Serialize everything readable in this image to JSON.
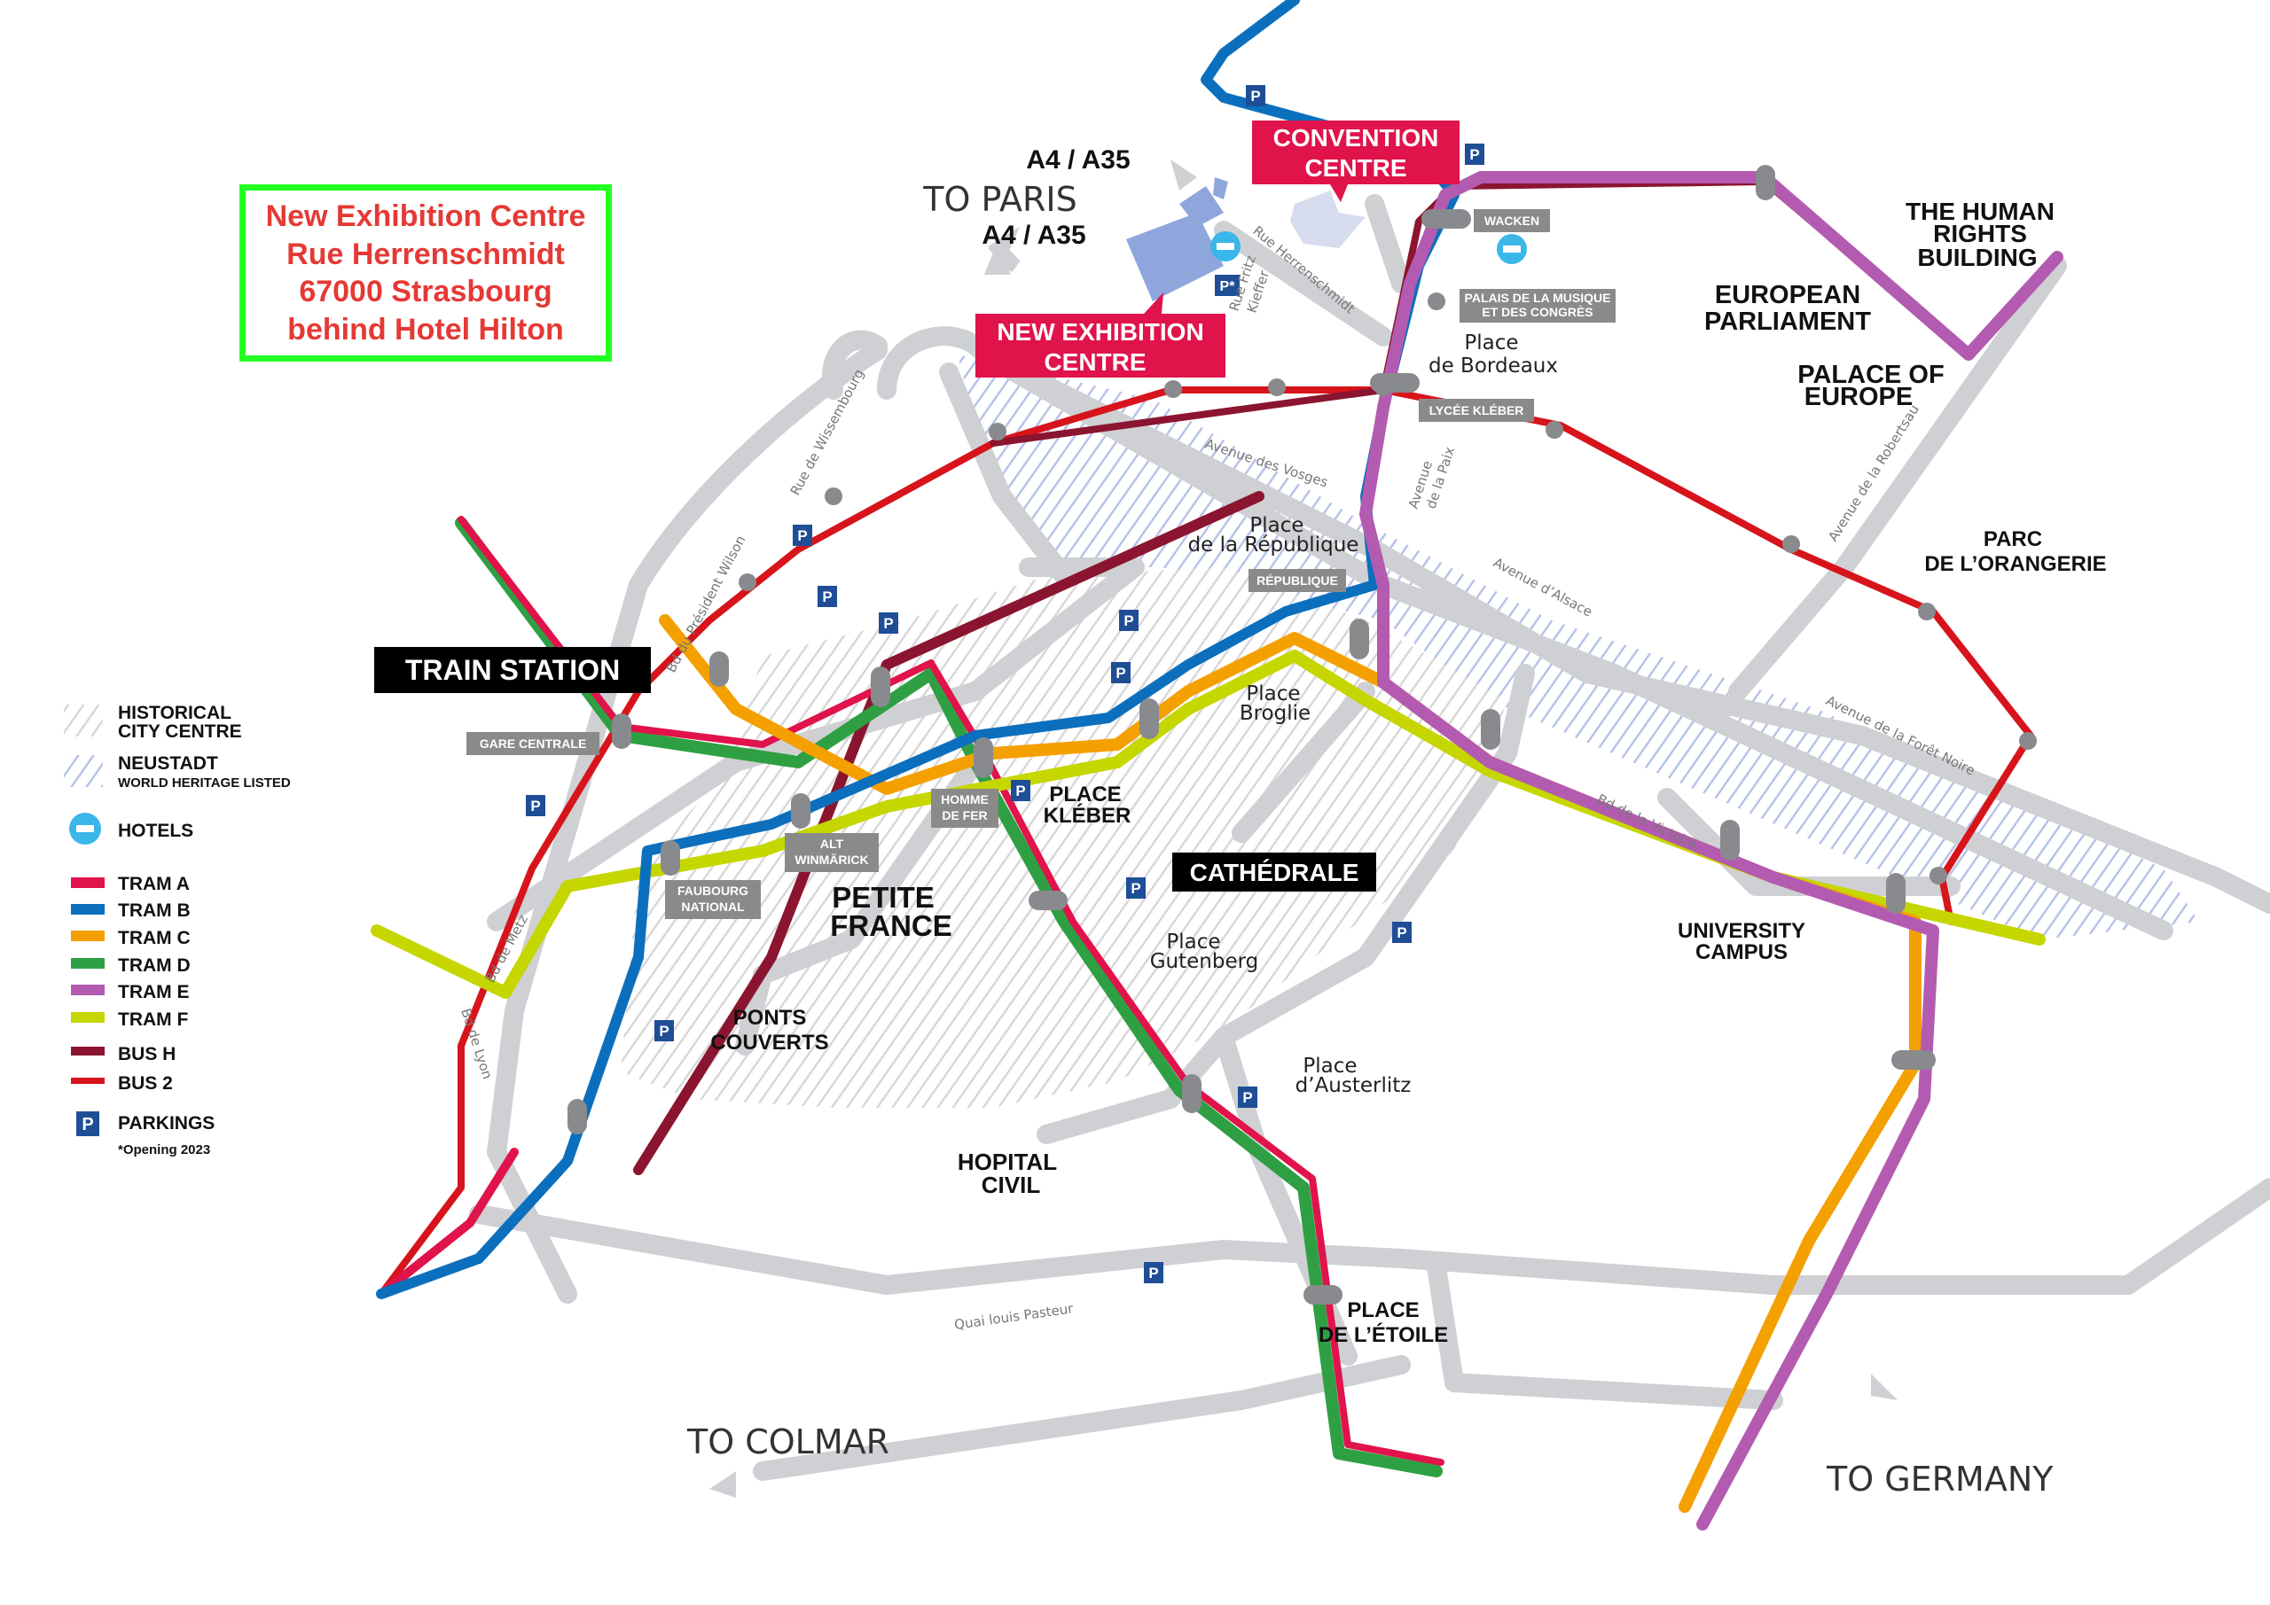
{
  "colors": {
    "tram_a": "#e0134b",
    "tram_b": "#0b6fbd",
    "tram_c": "#f4a000",
    "tram_d": "#2ea043",
    "tram_e": "#b35bb0",
    "tram_f": "#c6d600",
    "bus_h": "#8b1530",
    "bus_2": "#d7141b",
    "road": "#cfd0d3",
    "neustadt_hatch": "#b7c3e8",
    "historic_hatch": "#d8d8d8",
    "label_red": "#e0134b",
    "highlight_box": "#22ff22",
    "highlight_text": "#e53935"
  },
  "highlight_box": {
    "line1": "New Exhibition Centre",
    "line2": "Rue Herrenschmidt",
    "line3": "67000 Strasbourg",
    "line4": "behind Hotel Hilton"
  },
  "directions": {
    "paris_route_top": "A4 / A35",
    "to_paris": "TO PARIS",
    "paris_route_bottom": "A4 / A35",
    "to_colmar": "TO COLMAR",
    "to_germany": "TO GERMANY"
  },
  "red_labels": {
    "convention_centre_1": "CONVENTION",
    "convention_centre_2": "CENTRE",
    "new_exhibition_1": "NEW EXHIBITION",
    "new_exhibition_2": "CENTRE"
  },
  "black_labels": {
    "train_station": "TRAIN STATION",
    "cathedrale": "CATHÉDRALE"
  },
  "districts": {
    "human_rights_1": "THE HUMAN",
    "human_rights_2": "RIGHTS",
    "human_rights_3": "BUILDING",
    "eu_parliament_1": "EUROPEAN",
    "eu_parliament_2": "PARLIAMENT",
    "palace_europe_1": "PALACE OF",
    "palace_europe_2": "EUROPE",
    "orangerie_1": "PARC",
    "orangerie_2": "DE L’ORANGERIE",
    "university_1": "UNIVERSITY",
    "university_2": "CAMPUS",
    "petite_france_1": "PETITE",
    "petite_france_2": "FRANCE",
    "place_kleber_1": "PLACE",
    "place_kleber_2": "KLÉBER",
    "ponts_couverts_1": "PONTS",
    "ponts_couverts_2": "COUVERTS",
    "hopital_1": "HOPITAL",
    "hopital_2": "CIVIL",
    "etoile_1": "PLACE",
    "etoile_2": "DE L’ÉTOILE"
  },
  "places": {
    "bordeaux_1": "Place",
    "bordeaux_2": "de Bordeaux",
    "republique_1": "Place",
    "republique_2": "de la République",
    "broglie_1": "Place",
    "broglie_2": "Broglie",
    "gutenberg_1": "Place",
    "gutenberg_2": "Gutenberg",
    "austerlitz_1": "Place",
    "austerlitz_2": "d’Austerlitz"
  },
  "streets": {
    "herrenschmidt": "Rue Herrenschmidt",
    "fritz_kiefer_1": "Rue Fritz",
    "fritz_kiefer_2": "Kieffer",
    "wissembourg": "Rue de Wissembourg",
    "wilson": "Bd du Président Wilson",
    "vosges": "Avenue des Vosges",
    "paix_1": "Avenue",
    "paix_2": "de la Paix",
    "alsace": "Avenue d’Alsace",
    "robertsau": "Avenue de la Robertsau",
    "foret_noire": "Avenue de la Forêt Noire",
    "victoire": "Bd de la Victoire",
    "metz": "Bd de Metz",
    "lyon": "Bd de Lyon",
    "pasteur": "Quai louis Pasteur"
  },
  "stops": {
    "wacken": "WACKEN",
    "palais_1": "PALAIS DE LA MUSIQUE",
    "palais_2": "ET DES CONGRÈS",
    "lycee_kleber": "LYCÉE KLÉBER",
    "republique": "RÉPUBLIQUE",
    "gare_centrale": "GARE CENTRALE",
    "homme_de_fer_1": "HOMME",
    "homme_de_fer_2": "DE FER",
    "alt_winmarick_1": "ALT",
    "alt_winmarick_2": "WINMÄRICK",
    "faubourg_1": "FAUBOURG",
    "faubourg_2": "NATIONAL"
  },
  "legend": {
    "historic_1": "HISTORICAL",
    "historic_2": "CITY CENTRE",
    "neustadt_1": "NEUSTADT",
    "neustadt_2": "WORLD HERITAGE LISTED",
    "hotels": "HOTELS",
    "tram_a": "TRAM A",
    "tram_b": "TRAM B",
    "tram_c": "TRAM C",
    "tram_d": "TRAM D",
    "tram_e": "TRAM E",
    "tram_f": "TRAM F",
    "bus_h": "BUS H",
    "bus_2": "BUS 2",
    "parkings": "PARKINGS",
    "opening": "*Opening 2023"
  },
  "parking_symbol": "P",
  "parking_future_symbol": "P*"
}
